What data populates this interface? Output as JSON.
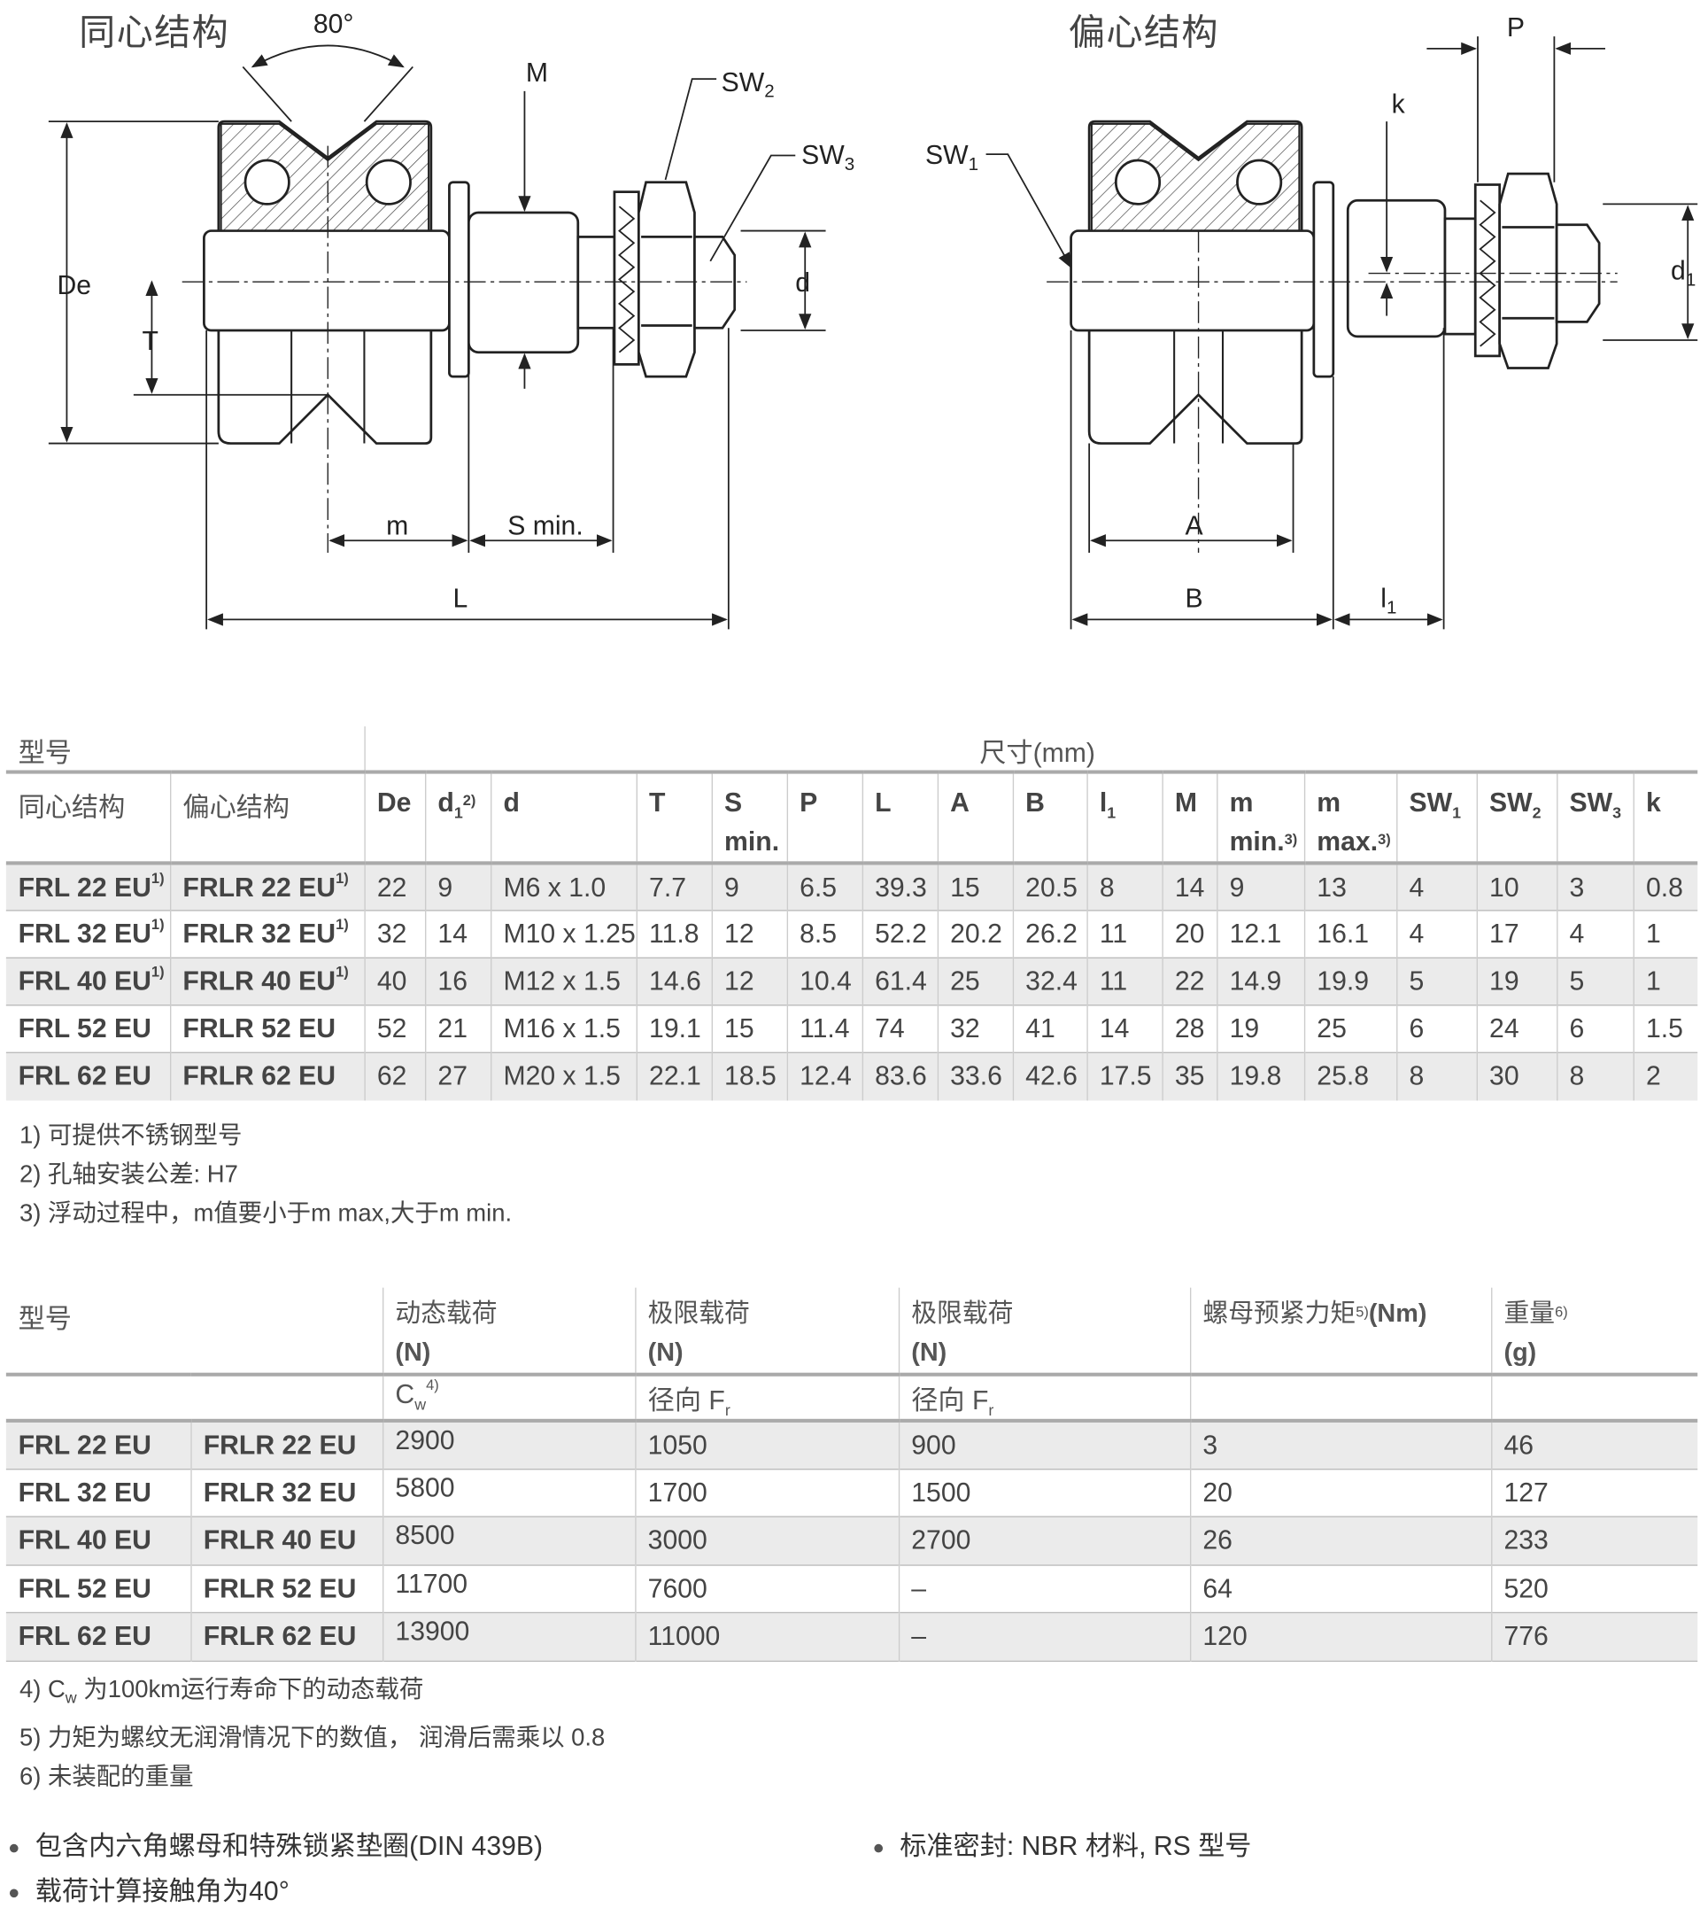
{
  "diagram": {
    "concentric_title": "同心结构",
    "eccentric_title": "偏心结构",
    "angle": "80°",
    "labels": {
      "M": "M",
      "SW": "SW",
      "sw2_sub": "2",
      "sw3_sub": "3",
      "sw1_sub": "1",
      "De": "De",
      "T": "T",
      "d": "d",
      "m": "m",
      "S_min": "S min.",
      "L": "L",
      "P": "P",
      "k": "k",
      "d1": "d",
      "d1_sub": "1",
      "A": "A",
      "B": "B",
      "l1": "l",
      "l1_sub": "1"
    }
  },
  "table1": {
    "type_label": "型号",
    "dims_label": "尺寸(mm)",
    "concentric_label": "同心结构",
    "eccentric_label": "偏心结构",
    "columns": [
      {
        "main": "De"
      },
      {
        "main": "d",
        "sub": "1",
        "sup": "2)"
      },
      {
        "main": "d"
      },
      {
        "main": "T"
      },
      {
        "main": "S",
        "line2": "min."
      },
      {
        "main": "P"
      },
      {
        "main": "L"
      },
      {
        "main": "A"
      },
      {
        "main": "B"
      },
      {
        "main": "l",
        "sub": "1"
      },
      {
        "main": "M"
      },
      {
        "main": "m",
        "line2": "min.",
        "sup": "3)"
      },
      {
        "main": "m",
        "line2": "max.",
        "sup": "3)"
      },
      {
        "main": "SW",
        "sub": "1"
      },
      {
        "main": "SW",
        "sub": "2"
      },
      {
        "main": "SW",
        "sub": "3"
      },
      {
        "main": "k"
      }
    ],
    "rows": [
      {
        "concentric": "FRL 22 EU",
        "eccentric": "FRLR 22 EU",
        "sup": "1)",
        "values": [
          "22",
          "9",
          "M6 x 1.0",
          "7.7",
          "9",
          "6.5",
          "39.3",
          "15",
          "20.5",
          "8",
          "14",
          "9",
          "13",
          "4",
          "10",
          "3",
          "0.8"
        ]
      },
      {
        "concentric": "FRL 32 EU",
        "eccentric": "FRLR 32 EU",
        "sup": "1)",
        "values": [
          "32",
          "14",
          "M10 x 1.25",
          "11.8",
          "12",
          "8.5",
          "52.2",
          "20.2",
          "26.2",
          "11",
          "20",
          "12.1",
          "16.1",
          "4",
          "17",
          "4",
          "1"
        ]
      },
      {
        "concentric": "FRL 40 EU",
        "eccentric": "FRLR 40 EU",
        "sup": "1)",
        "values": [
          "40",
          "16",
          "M12 x 1.5",
          "14.6",
          "12",
          "10.4",
          "61.4",
          "25",
          "32.4",
          "11",
          "22",
          "14.9",
          "19.9",
          "5",
          "19",
          "5",
          "1"
        ]
      },
      {
        "concentric": "FRL 52 EU",
        "eccentric": "FRLR 52 EU",
        "values": [
          "52",
          "21",
          "M16 x 1.5",
          "19.1",
          "15",
          "11.4",
          "74",
          "32",
          "41",
          "14",
          "28",
          "19",
          "25",
          "6",
          "24",
          "6",
          "1.5"
        ]
      },
      {
        "concentric": "FRL 62 EU",
        "eccentric": "FRLR 62 EU",
        "values": [
          "62",
          "27",
          "M20 x 1.5",
          "22.1",
          "18.5",
          "12.4",
          "83.6",
          "33.6",
          "42.6",
          "17.5",
          "35",
          "19.8",
          "25.8",
          "8",
          "30",
          "8",
          "2"
        ]
      }
    ],
    "notes": [
      "1) 可提供不锈钢型号",
      "2) 孔轴安装公差: H7",
      "3) 浮动过程中，m值要小于m max,大于m min."
    ]
  },
  "table2": {
    "type_label": "型号",
    "headers": [
      {
        "l1": "动态载荷",
        "l2": "(N)",
        "sub_main": "C",
        "sub_sub": "w",
        "sub_sup": "4)"
      },
      {
        "l1": "极限载荷",
        "l2": "(N)",
        "sub_main": "径向 F",
        "sub_sub": "r"
      },
      {
        "l1": "极限载荷",
        "l2": "(N)",
        "sub_main": "径向 F",
        "sub_sub": "r"
      },
      {
        "l1": "螺母预紧力矩",
        "sup": "5)",
        "l1b": "(Nm)"
      },
      {
        "l1": "重量",
        "sup": "6)",
        "l2": "(g)"
      }
    ],
    "rows": [
      {
        "concentric": "FRL 22 EU",
        "eccentric": "FRLR 22 EU",
        "values": [
          "2900",
          "1050",
          "900",
          "3",
          "46"
        ]
      },
      {
        "concentric": "FRL 32 EU",
        "eccentric": "FRLR 32 EU",
        "values": [
          "5800",
          "1700",
          "1500",
          "20",
          "127"
        ]
      },
      {
        "concentric": "FRL 40 EU",
        "eccentric": "FRLR 40 EU",
        "values": [
          "8500",
          "3000",
          "2700",
          "26",
          "233"
        ]
      },
      {
        "concentric": "FRL 52 EU",
        "eccentric": "FRLR 52 EU",
        "values": [
          "11700",
          "7600",
          "–",
          "64",
          "520"
        ]
      },
      {
        "concentric": "FRL 62 EU",
        "eccentric": "FRLR 62 EU",
        "values": [
          "13900",
          "11000",
          "–",
          "120",
          "776"
        ]
      }
    ],
    "note4_prefix": "4)  C",
    "note4_sub": "w",
    "note4_text": " 为100km运行寿命下的动态载荷",
    "notes": [
      "5) 力矩为螺纹无润滑情况下的数值， 润滑后需乘以 0.8",
      "6) 未装配的重量"
    ]
  },
  "bullets": [
    "包含内六角螺母和特殊锁紧垫圈(DIN 439B)",
    "标准密封: NBR 材料, RS 型号",
    "载荷计算接触角为40°"
  ]
}
